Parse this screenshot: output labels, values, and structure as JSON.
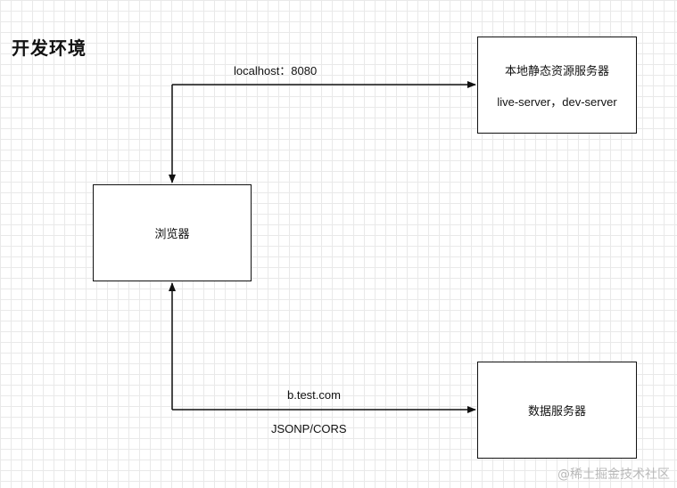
{
  "title": "开发环境",
  "nodes": {
    "static_server": {
      "title": "本地静态资源服务器",
      "subtitle": "live-server，dev-server"
    },
    "browser": {
      "title": "浏览器"
    },
    "data_server": {
      "title": "数据服务器"
    }
  },
  "edges": {
    "browser_to_static": {
      "label": "localhost：8080"
    },
    "browser_to_data": {
      "label": "b.test.com",
      "sublabel": "JSONP/CORS"
    }
  },
  "watermark": "@稀土掘金技术社区"
}
